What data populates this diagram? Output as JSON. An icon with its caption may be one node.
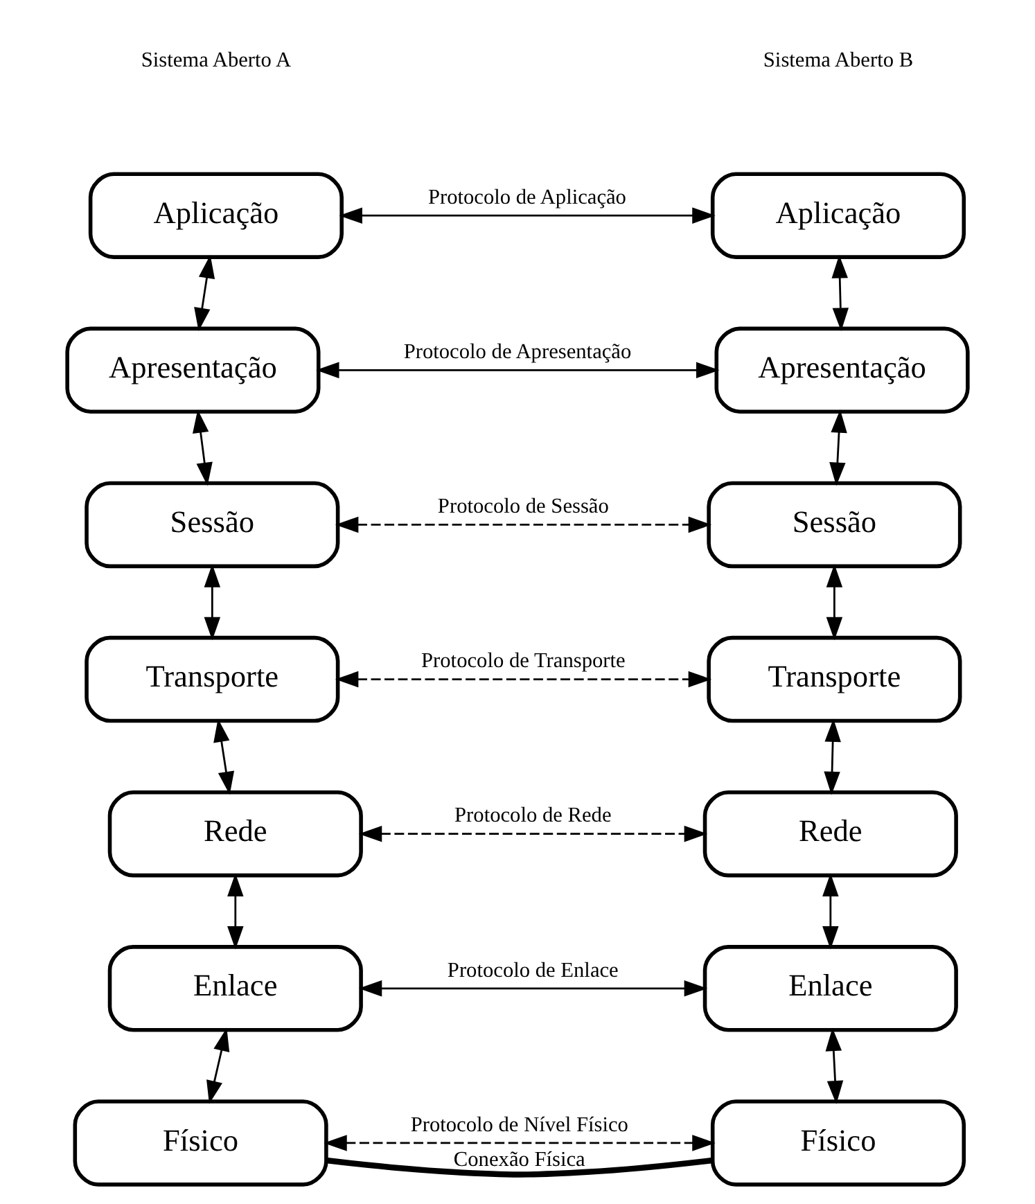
{
  "diagram": {
    "nodes": [
      {
        "text": [
          "Aplicação"
        ]
      },
      {
        "text": [
          "Apresentação"
        ]
      },
      {
        "text": [
          "Sessão"
        ]
      },
      {
        "text": [
          "Transporte"
        ]
      },
      {
        "text": [
          "Rede"
        ]
      },
      {
        "text": [
          "Enlace"
        ]
      },
      {
        "text": [
          "Físico"
        ]
      },
      {
        "text": [
          "Aplicação"
        ]
      },
      {
        "text": [
          "Apresentação"
        ]
      },
      {
        "text": [
          "Sessão"
        ]
      },
      {
        "text": [
          "Transporte"
        ]
      },
      {
        "text": [
          "Rede"
        ]
      },
      {
        "text": [
          "Enlace"
        ]
      },
      {
        "text": [
          "Físico"
        ]
      }
    ],
    "edges": [
      {
        "from": 0,
        "to": 1,
        "arrow": "both"
      },
      {
        "from": 1,
        "to": 2,
        "arrow": "both"
      },
      {
        "from": 2,
        "to": 3,
        "arrow": "both"
      },
      {
        "from": 3,
        "to": 4,
        "arrow": "both"
      },
      {
        "from": 4,
        "to": 5,
        "arrow": "both"
      },
      {
        "from": 5,
        "to": 6,
        "arrow": "both"
      },
      {
        "from": 7,
        "to": 8,
        "arrow": "both"
      },
      {
        "from": 8,
        "to": 9,
        "arrow": "both"
      },
      {
        "from": 9,
        "to": 10,
        "arrow": "both"
      },
      {
        "from": 10,
        "to": 11,
        "arrow": "both"
      },
      {
        "from": 11,
        "to": 12,
        "arrow": "both"
      },
      {
        "from": 12,
        "to": 13,
        "arrow": "both"
      },
      {
        "from": 0,
        "to": 7,
        "arrow": "both",
        "label": "Protocolo de Aplicação"
      },
      {
        "from": 1,
        "to": 8,
        "arrow": "both",
        "label": "Protocolo de Apresentação"
      },
      {
        "from": 2,
        "to": 9,
        "arrow": "both",
        "label": "Protocolo de Sessão",
        "style": "dashed"
      },
      {
        "from": 3,
        "to": 10,
        "arrow": "both",
        "label": "Protocolo de Transporte",
        "style": "dashed"
      },
      {
        "from": 4,
        "to": 11,
        "arrow": "both",
        "label": "Protocolo de Rede",
        "style": "dashed"
      },
      {
        "from": 5,
        "to": 12,
        "arrow": "both",
        "label": "Protocolo de Enlace"
      },
      {
        "from": 6,
        "to": 13,
        "arrow": "both",
        "label": "Protocolo de Nível Físico",
        "style": "dashed"
      },
      {
        "from": 6,
        "to": 13,
        "arrow": "none",
        "label": "Conexão Física",
        "style": "thick"
      }
    ],
    "labels": [
      "Sistema Aberto A",
      "Sistema Aberto B"
    ]
  }
}
